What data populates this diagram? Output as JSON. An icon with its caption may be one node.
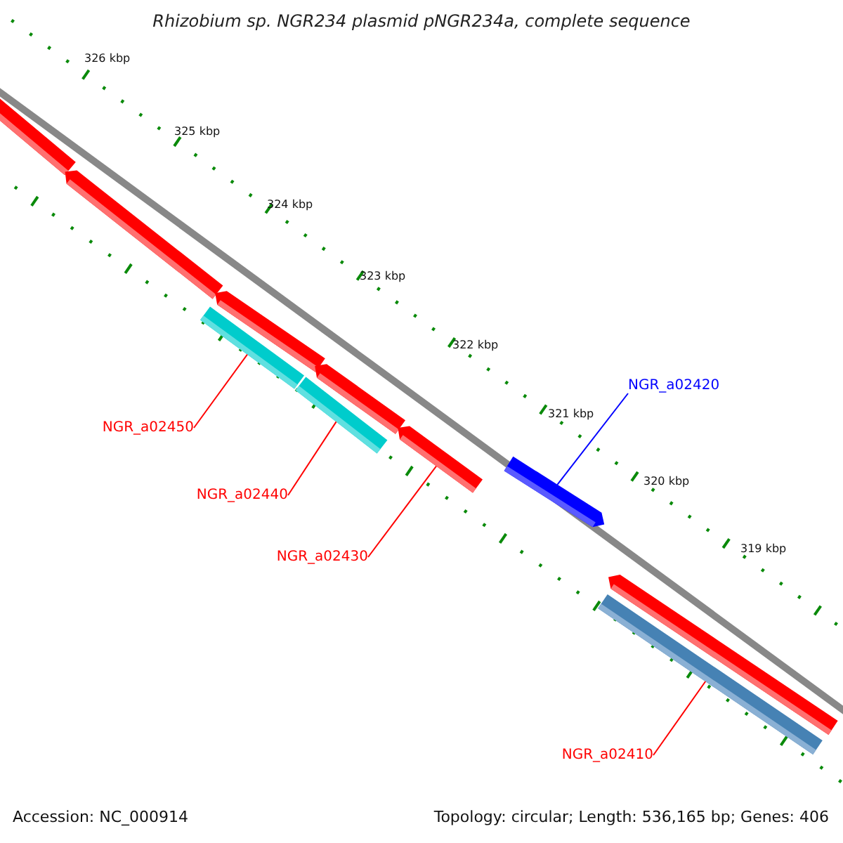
{
  "diagram": {
    "title": "Rhizobium sp. NGR234 plasmid pNGR234a, complete sequence",
    "nodes": [
      {
        "text": [],
        "shape": "bar"
      },
      {
        "text": [],
        "shape": "bar"
      },
      {
        "text": [],
        "shape": "bar"
      },
      {
        "text": [],
        "shape": "bar"
      },
      {
        "text": [],
        "shape": "bar"
      },
      {
        "text": [],
        "shape": "bar"
      },
      {
        "text": [],
        "shape": "bar"
      },
      {
        "text": [],
        "shape": "bar"
      },
      {
        "text": [],
        "shape": "bar"
      },
      {
        "text": [],
        "shape": "bar"
      },
      {
        "text": [
          "NGR_a02420"
        ]
      },
      {
        "text": [
          "NGR_a02450"
        ]
      },
      {
        "text": [
          "NGR_a02440"
        ]
      },
      {
        "text": [
          "NGR_a02430"
        ]
      },
      {
        "text": [
          "NGR_a02410"
        ]
      }
    ],
    "edges": [
      {
        "from": 10,
        "to": 7,
        "arrow": "none",
        "color": "#0000ff"
      },
      {
        "from": 11,
        "to": 3,
        "arrow": "none"
      },
      {
        "from": 12,
        "to": 4,
        "arrow": "none"
      },
      {
        "from": 13,
        "to": 6,
        "arrow": "none"
      },
      {
        "from": 14,
        "to": 9,
        "arrow": "none"
      }
    ],
    "labels": [
      "326 kbp",
      "325 kbp",
      "324 kbp",
      "323 kbp",
      "322 kbp",
      "321 kbp",
      "320 kbp",
      "319 kbp",
      "Accession: NC_000914",
      "Topology: circular; Length: 536,165 bp; Genes: 406"
    ]
  }
}
